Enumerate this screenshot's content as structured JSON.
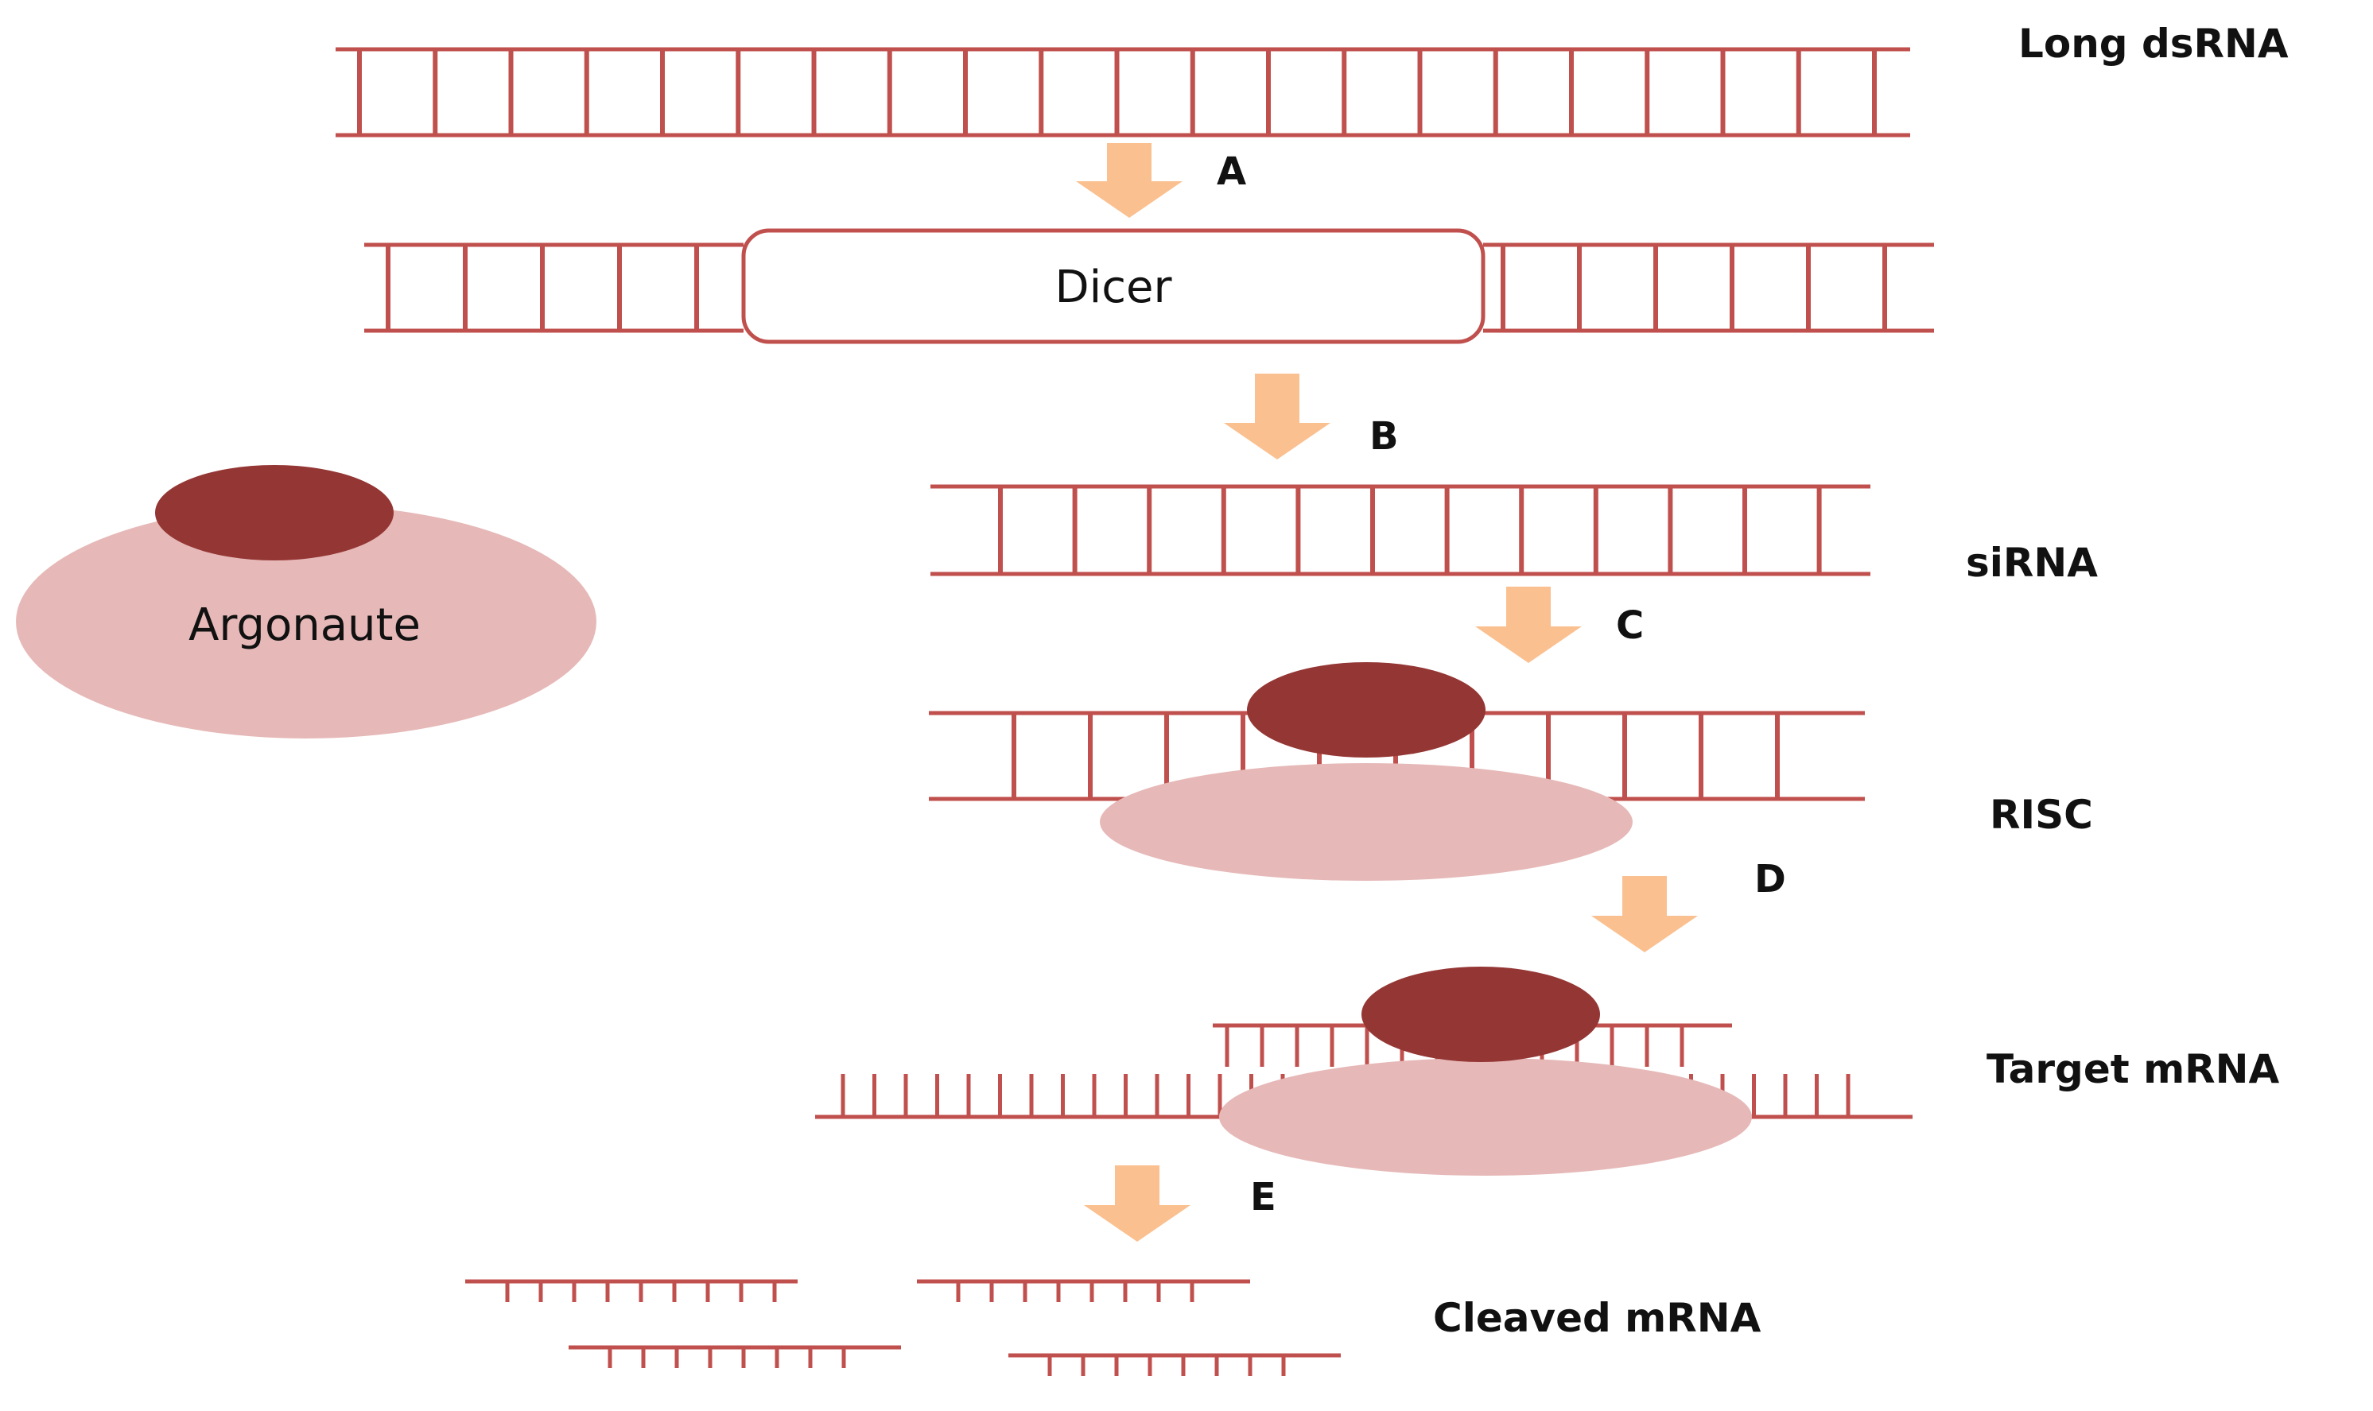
{
  "labels": {
    "long_dsrna": "Long dsRNA",
    "sirna": "siRNA",
    "risc": "RISC",
    "target_mrna": "Target mRNA",
    "cleaved_mrna": "Cleaved mRNA"
  },
  "steps": {
    "a": "A",
    "b": "B",
    "c": "C",
    "d": "D",
    "e": "E"
  },
  "components": {
    "dicer": "Dicer",
    "argonaute": "Argonaute"
  },
  "colors": {
    "rna_strand": "#c0504d",
    "arrow": "#fac090",
    "argonaute_head": "#943634",
    "argonaute_body": "#e6b9b8"
  }
}
